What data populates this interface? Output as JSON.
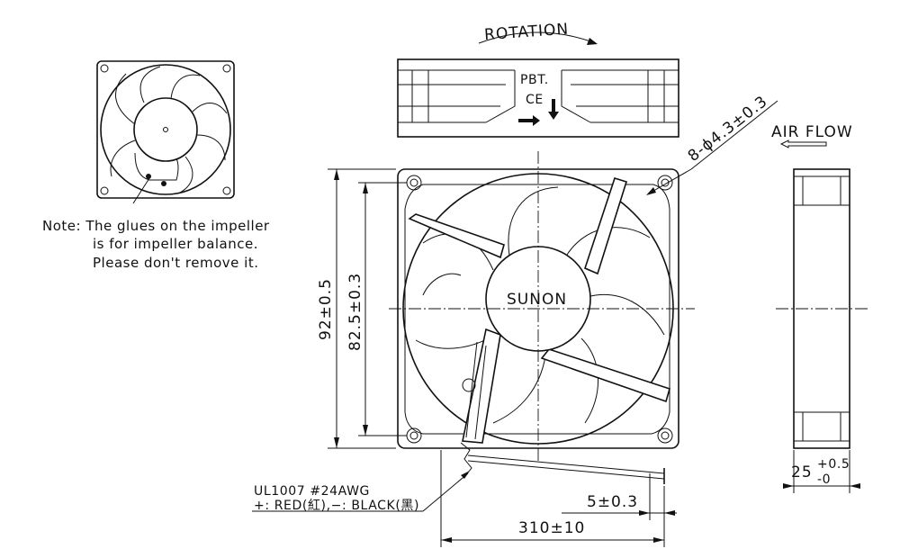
{
  "labels": {
    "rotation": "ROTATION",
    "material": "PBT.",
    "cert": "CE",
    "airflow": "AIR FLOW",
    "brand": "SUNON",
    "holes": "8-ϕ4.3±0.3",
    "height_outer": "92±0.5",
    "height_holes": "82.5±0.3",
    "depth_main": "25",
    "depth_plus": "+0.5",
    "depth_minus": "-0",
    "lead_short": "5±0.3",
    "lead_length": "310±10",
    "wire_spec": "UL1007  #24AWG",
    "wire_colors": "+: RED(紅),−: BLACK(黑)"
  },
  "note": {
    "line1": "Note:  The glues on the impeller",
    "line2": "is for impeller balance.",
    "line3": "Please don't remove it."
  }
}
